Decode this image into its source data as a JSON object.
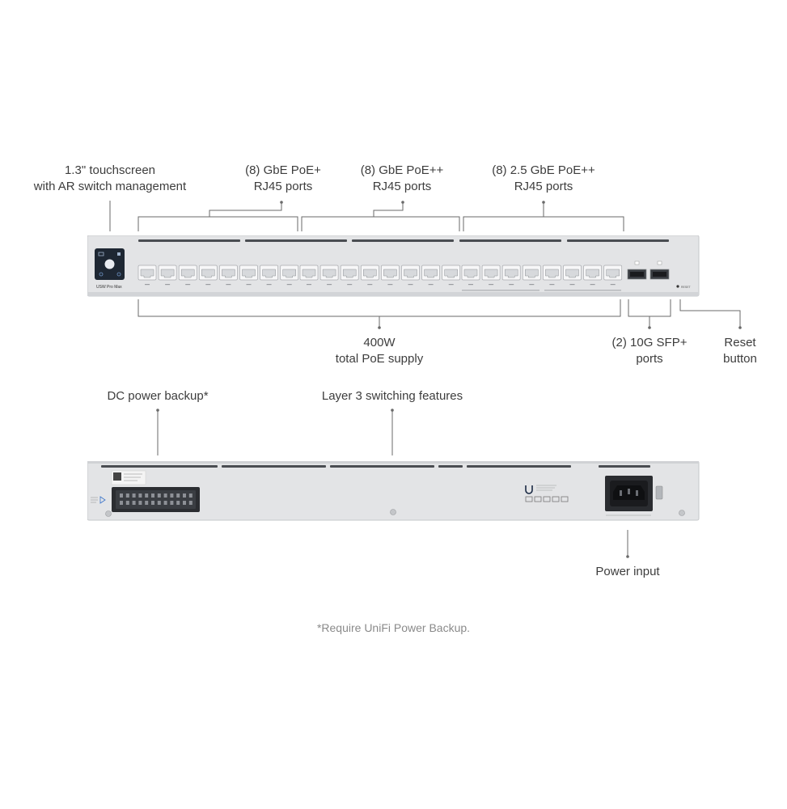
{
  "front": {
    "callouts": {
      "touchscreen": [
        "1.3\" touchscreen",
        "with AR switch management"
      ],
      "gbe_poe_plus": [
        "(8) GbE PoE+",
        "RJ45 ports"
      ],
      "gbe_poe_plusplus": [
        "(8) GbE PoE++",
        "RJ45 ports"
      ],
      "gbe25_poe_plusplus": [
        "(8) 2.5 GbE PoE++",
        "RJ45 ports"
      ],
      "poe_supply": [
        "400W",
        "total PoE supply"
      ],
      "sfp": [
        "(2) 10G SFP+",
        "ports"
      ],
      "reset": [
        "Reset",
        "button"
      ]
    },
    "device_label": "USW Pro Max",
    "port_groups": [
      {
        "count": 8,
        "color": "#ffffff"
      },
      {
        "count": 8,
        "color": "#ffffff"
      },
      {
        "count": 8,
        "color": "#ffffff"
      }
    ],
    "sfp_count": 2
  },
  "rear": {
    "callouts": {
      "dc_backup": "DC power backup*",
      "layer3": "Layer 3 switching features",
      "power_input": "Power input"
    }
  },
  "footnote": "*Require UniFi Power Backup.",
  "colors": {
    "chassis": "#e3e4e6",
    "chassis_edge": "#c6c8cb",
    "vent": "#4a4d52",
    "port_face": "#f7f7f8",
    "screen": "#1e2733",
    "line": "#6a6a6a"
  }
}
